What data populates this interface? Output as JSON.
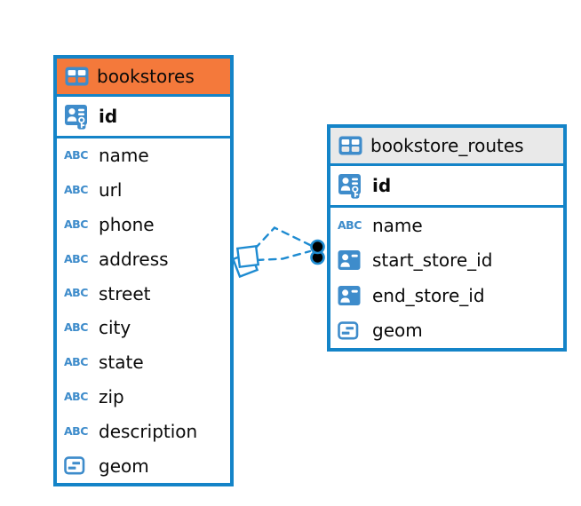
{
  "colors": {
    "table_border": "#1484C8",
    "icon_blue": "#3E8CCB",
    "connector_blue": "#1E8BD1",
    "text": "#0A0A0A",
    "bookstores_header_bg": "#F4793B",
    "routes_header_bg": "#E9E9E9"
  },
  "icons": {
    "abc_label": "ABC"
  },
  "tables": [
    {
      "name": "bookstores",
      "header_bg": "#F4793B",
      "columns": [
        {
          "label": "id",
          "type": "pk"
        },
        {
          "label": "name",
          "type": "text"
        },
        {
          "label": "url",
          "type": "text"
        },
        {
          "label": "phone",
          "type": "text"
        },
        {
          "label": "address",
          "type": "text"
        },
        {
          "label": "street",
          "type": "text"
        },
        {
          "label": "city",
          "type": "text"
        },
        {
          "label": "state",
          "type": "text"
        },
        {
          "label": "zip",
          "type": "text"
        },
        {
          "label": "description",
          "type": "text"
        },
        {
          "label": "geom",
          "type": "geometry"
        }
      ]
    },
    {
      "name": "bookstore_routes",
      "header_bg": "#E9E9E9",
      "columns": [
        {
          "label": "id",
          "type": "pk"
        },
        {
          "label": "name",
          "type": "text"
        },
        {
          "label": "start_store_id",
          "type": "reference"
        },
        {
          "label": "end_store_id",
          "type": "reference"
        },
        {
          "label": "geom",
          "type": "geometry"
        }
      ]
    }
  ],
  "relationship": {
    "line_style": "dashed",
    "line_count": 2,
    "source_table": "bookstores",
    "target_table": "bookstore_routes",
    "source_endpoint_icon": "overlapping-diamonds-icon",
    "target_endpoint_icon": "overlapping-dots-icon"
  }
}
